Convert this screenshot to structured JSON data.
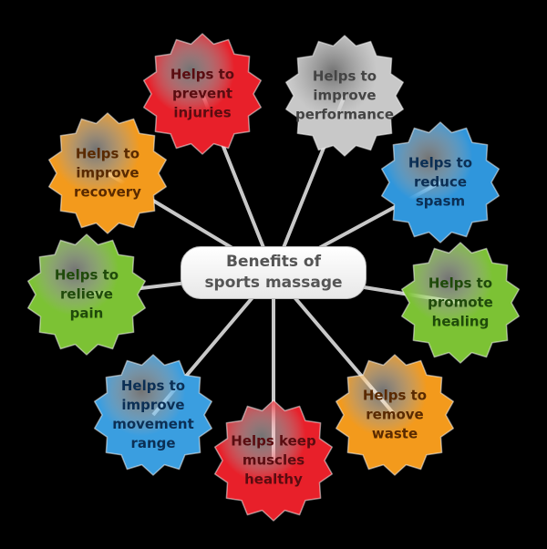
{
  "center": {
    "label": "Benefits of\nsports massage"
  },
  "badges": [
    {
      "label": "Helps to\nprevent\ninjuries",
      "color": "#e8202a",
      "text_color": "#5a0c10"
    },
    {
      "label": "Helps to\nimprove\nperformance",
      "color": "#c8c8c8",
      "text_color": "#444444"
    },
    {
      "label": "Helps to\nreduce\nspasm",
      "color": "#2f96dc",
      "text_color": "#0b2f55"
    },
    {
      "label": "Helps to\npromote\nhealing",
      "color": "#7cc234",
      "text_color": "#1f4a0a"
    },
    {
      "label": "Helps to\nremove\nwaste",
      "color": "#f39a1c",
      "text_color": "#5a2a00"
    },
    {
      "label": "Helps keep\nmuscles\nhealthy",
      "color": "#e8202a",
      "text_color": "#5a0c10"
    },
    {
      "label": "Helps to\nimprove\nmovement\nrange",
      "color": "#3a9ee0",
      "text_color": "#0b2f55"
    },
    {
      "label": "Helps to\nrelieve\npain",
      "color": "#7cc234",
      "text_color": "#1f4a0a"
    },
    {
      "label": "Helps to\nimprove\nrecovery",
      "color": "#f39a1c",
      "text_color": "#5a2a00"
    }
  ]
}
